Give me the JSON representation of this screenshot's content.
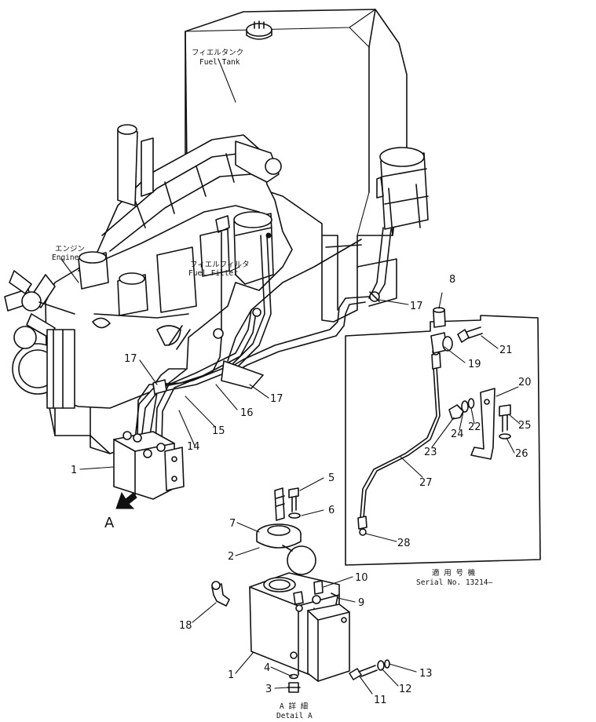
{
  "labels": {
    "fuel_tank_jp": "フィエルタンク",
    "fuel_tank_en": "Fuel Tank",
    "engine_jp": "エンジン",
    "engine_en": "Engine",
    "fuel_filter_jp": "フィエルフィルタ",
    "fuel_filter_en": "Fuel Filter",
    "serial_jp": "適 用 号 機",
    "serial_en": "Serial No. 13214—",
    "detail_jp": "A 詳 細",
    "detail_en": "Detail A",
    "view_marker": "A"
  },
  "callouts": {
    "c1a": "1",
    "c1b": "1",
    "c2": "2",
    "c3": "3",
    "c4": "4",
    "c5": "5",
    "c6": "6",
    "c7": "7",
    "c8": "8",
    "c9": "9",
    "c10": "10",
    "c11": "11",
    "c12": "12",
    "c13": "13",
    "c14": "14",
    "c15": "15",
    "c16": "16",
    "c17a": "17",
    "c17b": "17",
    "c17c": "17",
    "c18": "18",
    "c19": "19",
    "c20": "20",
    "c21": "21",
    "c22": "22",
    "c23": "23",
    "c24": "24",
    "c25": "25",
    "c26": "26",
    "c27": "27",
    "c28": "28"
  }
}
